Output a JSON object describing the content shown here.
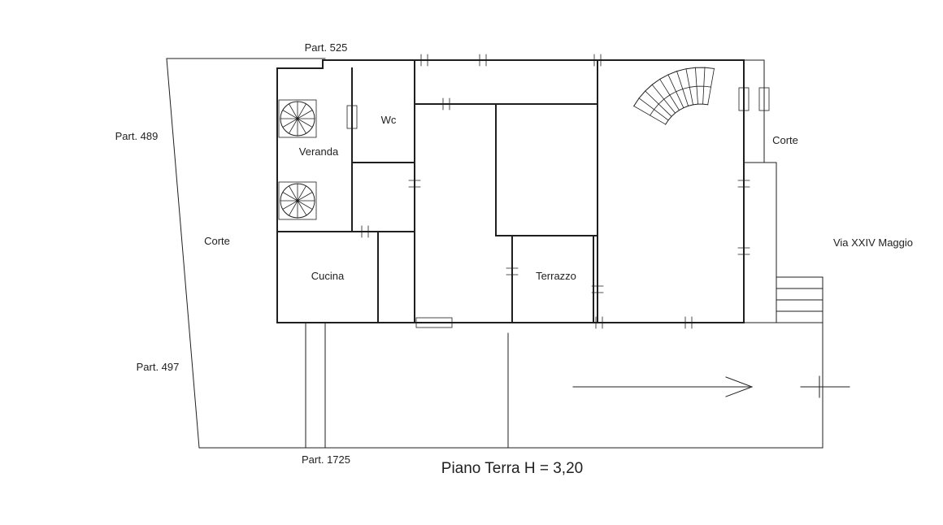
{
  "page": {
    "title": "Piano Terra H = 3,20"
  },
  "labels": {
    "part_525": "Part. 525",
    "part_489": "Part. 489",
    "part_497": "Part. 497",
    "part_1725": "Part. 1725",
    "corte_left": "Corte",
    "corte_right": "Corte",
    "via": "Via XXIV Maggio"
  },
  "rooms": {
    "veranda": "Veranda",
    "wc": "Wc",
    "cucina": "Cucina",
    "terrazzo": "Terrazzo"
  },
  "colors": {
    "line": "#1f1f1f",
    "background": "#ffffff"
  }
}
